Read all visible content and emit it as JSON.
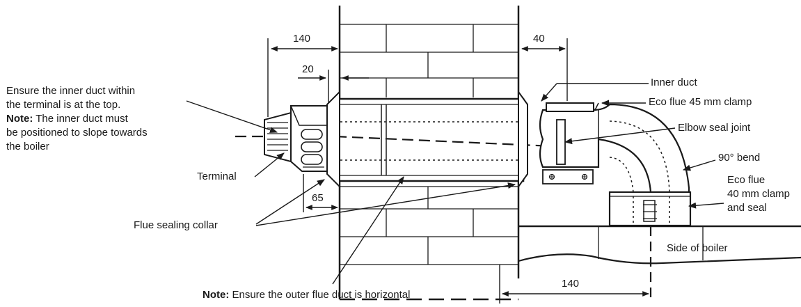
{
  "labels": {
    "ensure_line1": "Ensure the inner duct within",
    "ensure_line2": "the terminal is at the top.",
    "note_bold": "Note:",
    "note_line3_rest": " The inner duct must",
    "note_line4": "be positioned to slope towards",
    "note_line5": "the boiler",
    "terminal": "Terminal",
    "flue_sealing_collar": "Flue sealing collar",
    "bottom_note_bold": "Note:",
    "bottom_note_rest": " Ensure the outer flue duct is horizontal",
    "inner_duct": "Inner duct",
    "eco_flue_45": "Eco flue 45 mm clamp",
    "elbow_seal_joint": "Elbow seal joint",
    "bend_90": "90° bend",
    "eco_flue_40_line1": "Eco flue",
    "eco_flue_40_line2": "40 mm clamp",
    "eco_flue_40_line3": "and seal",
    "side_of_boiler": "Side of boiler"
  },
  "dimensions": {
    "d140_top": "140",
    "d20": "20",
    "d40": "40",
    "d65": "65",
    "d140_bottom": "140"
  },
  "colors": {
    "ink": "#1a1a1a",
    "fill_light": "#ffffff"
  }
}
